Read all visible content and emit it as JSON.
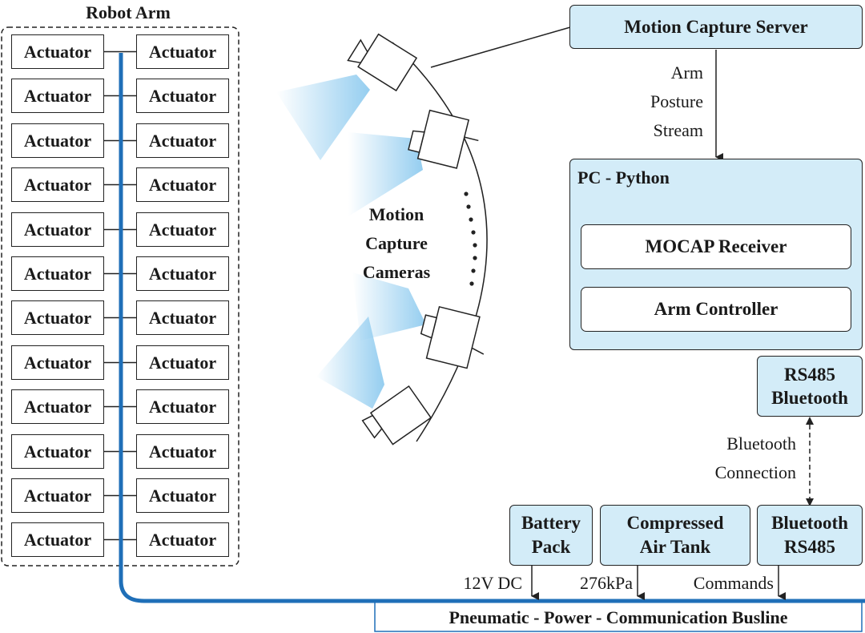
{
  "robot_arm": {
    "title": "Robot Arm",
    "actuators_left": [
      "Actuator",
      "Actuator",
      "Actuator",
      "Actuator",
      "Actuator",
      "Actuator",
      "Actuator",
      "Actuator",
      "Actuator",
      "Actuator",
      "Actuator",
      "Actuator"
    ],
    "actuators_right": [
      "Actuator",
      "Actuator",
      "Actuator",
      "Actuator",
      "Actuator",
      "Actuator",
      "Actuator",
      "Actuator",
      "Actuator",
      "Actuator",
      "Actuator",
      "Actuator"
    ]
  },
  "cameras": {
    "label_line1": "Motion",
    "label_line2": "Capture",
    "label_line3": "Cameras"
  },
  "mocap_server": {
    "label": "Motion Capture Server"
  },
  "stream_label": {
    "line1": "Arm",
    "line2": "Posture",
    "line3": "Stream"
  },
  "pc": {
    "title": "PC - Python",
    "receiver": "MOCAP Receiver",
    "controller": "Arm Controller"
  },
  "rs485_top": {
    "line1": "RS485",
    "line2": "Bluetooth"
  },
  "bt_connection": {
    "line1": "Bluetooth",
    "line2": "Connection"
  },
  "battery": {
    "line1": "Battery",
    "line2": "Pack"
  },
  "air_tank": {
    "line1": "Compressed",
    "line2": "Air Tank"
  },
  "rs485_bottom": {
    "line1": "Bluetooth",
    "line2": "RS485"
  },
  "bus_labels": {
    "battery": "12V DC",
    "air": "276kPa",
    "commands": "Commands"
  },
  "busline": {
    "label": "Pneumatic - Power - Communication Busline"
  },
  "colors": {
    "box_fill": "#d3ecf8",
    "bus_blue": "#1f6fb8",
    "beam": "#8fcbef"
  }
}
